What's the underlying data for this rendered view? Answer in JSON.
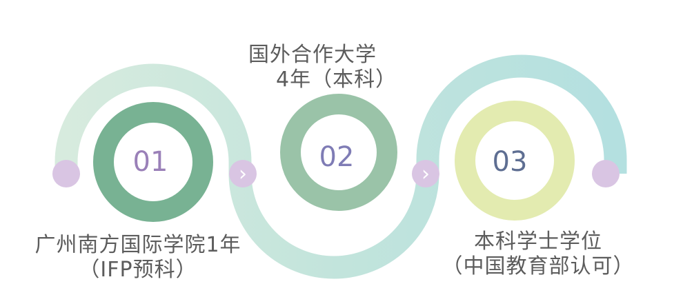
{
  "steps": [
    {
      "number": "01",
      "line1": "广州南方国际学院1年",
      "line2": "（IFP预科）",
      "ring_color": "#78b293",
      "number_color": "#9a80b8"
    },
    {
      "number": "02",
      "line1": "国外合作大学",
      "line2": "4年（本科）",
      "ring_color": "#9ac3a8",
      "number_color": "#7f7cb5"
    },
    {
      "number": "03",
      "line1": "本科学士学位",
      "line2": "（中国教育部认可）",
      "ring_color": "#e3ebb0",
      "number_color": "#5e6e92"
    }
  ],
  "connectors": [
    {
      "glyph": "›"
    },
    {
      "glyph": "›"
    }
  ],
  "colors": {
    "path_start": "#d7ebde",
    "path_mid": "#c2e4dc",
    "path_end": "#b4e0e0",
    "endpoint_dot": "#d9c5e3",
    "text": "#5c5c5c"
  }
}
